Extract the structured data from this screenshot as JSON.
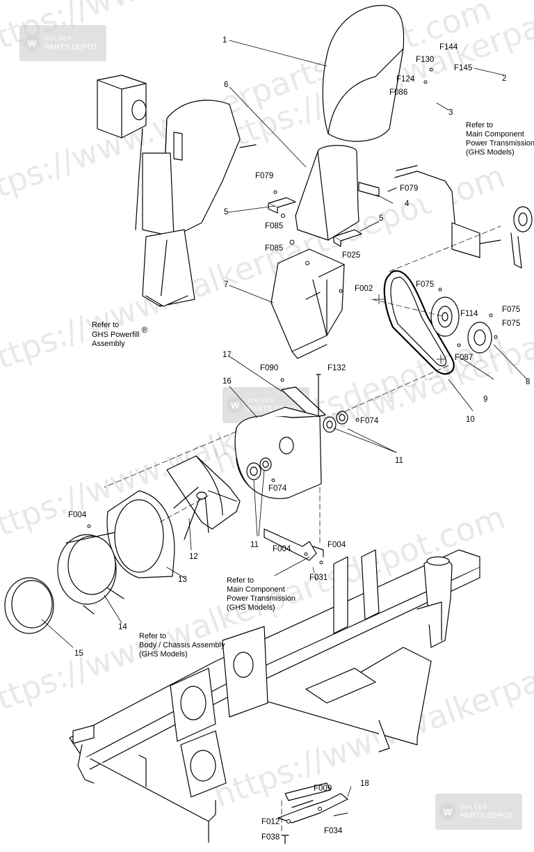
{
  "watermark": {
    "site_text": "https://www.walkerpartsdepot.com",
    "brand_small": "WALKER",
    "brand_large": "PARTS DEPOT"
  },
  "part_labels": [
    {
      "id": "lbl-1",
      "text": "1"
    },
    {
      "id": "lbl-2",
      "text": "2"
    },
    {
      "id": "lbl-3",
      "text": "3"
    },
    {
      "id": "lbl-4",
      "text": "4"
    },
    {
      "id": "lbl-5a",
      "text": "5"
    },
    {
      "id": "lbl-5b",
      "text": "5"
    },
    {
      "id": "lbl-6",
      "text": "6"
    },
    {
      "id": "lbl-7",
      "text": "7"
    },
    {
      "id": "lbl-8",
      "text": "8"
    },
    {
      "id": "lbl-9",
      "text": "9"
    },
    {
      "id": "lbl-10",
      "text": "10"
    },
    {
      "id": "lbl-11a",
      "text": "11"
    },
    {
      "id": "lbl-11b",
      "text": "11"
    },
    {
      "id": "lbl-12",
      "text": "12"
    },
    {
      "id": "lbl-13",
      "text": "13"
    },
    {
      "id": "lbl-14",
      "text": "14"
    },
    {
      "id": "lbl-15",
      "text": "15"
    },
    {
      "id": "lbl-16",
      "text": "16"
    },
    {
      "id": "lbl-17",
      "text": "17"
    },
    {
      "id": "lbl-18",
      "text": "18"
    },
    {
      "id": "lbl-F144",
      "text": "F144"
    },
    {
      "id": "lbl-F130",
      "text": "F130"
    },
    {
      "id": "lbl-F145",
      "text": "F145"
    },
    {
      "id": "lbl-F124",
      "text": "F124"
    },
    {
      "id": "lbl-F086",
      "text": "F086"
    },
    {
      "id": "lbl-F079a",
      "text": "F079"
    },
    {
      "id": "lbl-F079b",
      "text": "F079"
    },
    {
      "id": "lbl-F085a",
      "text": "F085"
    },
    {
      "id": "lbl-F085b",
      "text": "F085"
    },
    {
      "id": "lbl-F025",
      "text": "F025"
    },
    {
      "id": "lbl-F002",
      "text": "F002"
    },
    {
      "id": "lbl-F075a",
      "text": "F075"
    },
    {
      "id": "lbl-F075b",
      "text": "F075"
    },
    {
      "id": "lbl-F075c",
      "text": "F075"
    },
    {
      "id": "lbl-F114",
      "text": "F114"
    },
    {
      "id": "lbl-F087",
      "text": "F087"
    },
    {
      "id": "lbl-F090",
      "text": "F090"
    },
    {
      "id": "lbl-F132",
      "text": "F132"
    },
    {
      "id": "lbl-F074a",
      "text": "F074"
    },
    {
      "id": "lbl-F074b",
      "text": "F074"
    },
    {
      "id": "lbl-F004a",
      "text": "F004"
    },
    {
      "id": "lbl-F004b",
      "text": "F004"
    },
    {
      "id": "lbl-F004c",
      "text": "F004"
    },
    {
      "id": "lbl-F031",
      "text": "F031"
    },
    {
      "id": "lbl-F009",
      "text": "F009"
    },
    {
      "id": "lbl-F012",
      "text": "F012"
    },
    {
      "id": "lbl-F034",
      "text": "F034"
    },
    {
      "id": "lbl-F038",
      "text": "F038"
    }
  ],
  "notes": [
    {
      "id": "note-main-1",
      "lines": [
        "Refer to",
        "Main Component",
        "Power Transmission",
        "(GHS Models)"
      ]
    },
    {
      "id": "note-powerfill",
      "lines": [
        "Refer to",
        "GHS Powerfill",
        "Assembly"
      ]
    },
    {
      "id": "note-main-2",
      "lines": [
        "Refer to",
        "Main Component",
        "Power Transmission",
        "(GHS Models)"
      ]
    },
    {
      "id": "note-body",
      "lines": [
        "Refer to",
        "Body / Chassis Assembly",
        "(GHS Models)"
      ]
    }
  ],
  "registered_mark": "®"
}
